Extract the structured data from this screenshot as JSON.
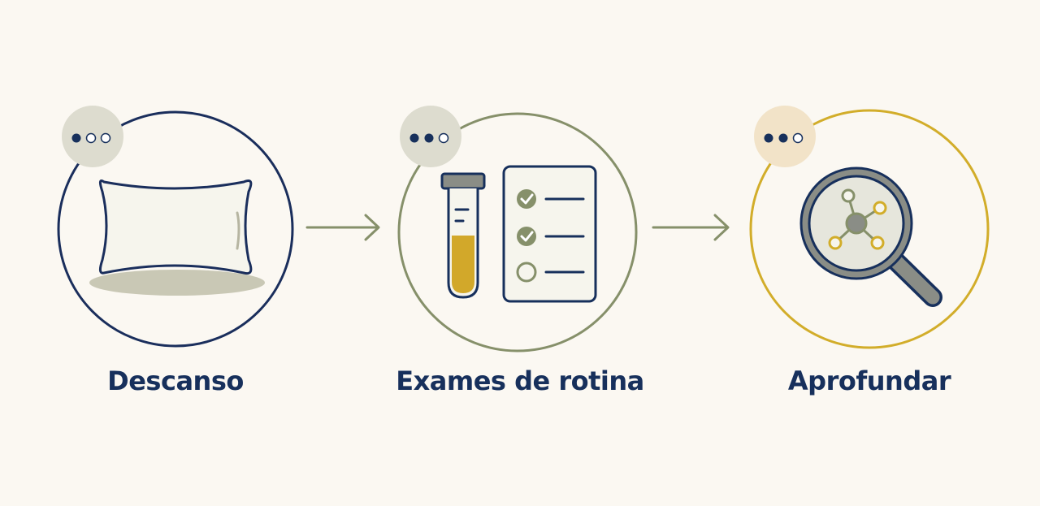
{
  "steps": [
    {
      "label": "Descanso",
      "icon": "pillow-icon",
      "level": 1,
      "of": 3,
      "ring_color": "#1a2e5c",
      "badge_color": "#dddccf"
    },
    {
      "label": "Exames de rotina",
      "icon": "test-tube-checklist-icon",
      "level": 2,
      "of": 3,
      "ring_color": "#86906a",
      "badge_color": "#dddccf"
    },
    {
      "label": "Aprofundar",
      "icon": "magnifier-network-icon",
      "level": 2,
      "of": 3,
      "ring_color": "#d2ad2a",
      "badge_color": "#f2e3c8"
    }
  ],
  "colors": {
    "navy": "#17305c",
    "olive": "#86906a",
    "gold": "#d2ad2a",
    "background": "#fbf8f2"
  }
}
